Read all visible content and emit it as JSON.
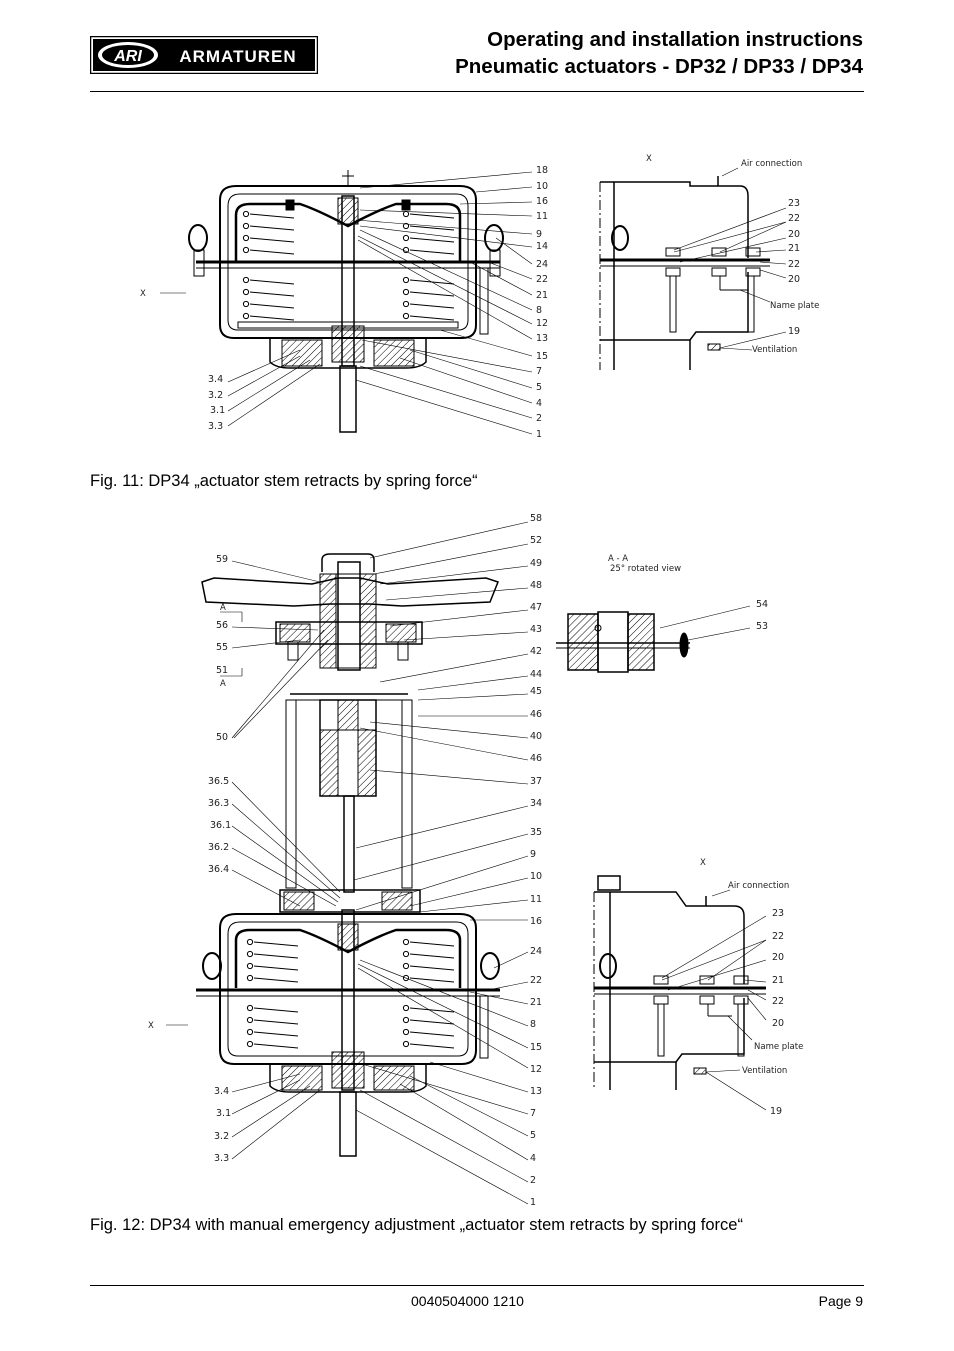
{
  "header": {
    "logo_text": "ARI ARMATUREN",
    "title_line1": "Operating and installation instructions",
    "title_line2": "Pneumatic actuators - DP32 / DP33 / DP34"
  },
  "figure11": {
    "caption": "Fig. 11: DP34 „actuator stem retracts by spring force“",
    "right_labels": [
      "18",
      "10",
      "16",
      "11",
      "9",
      "14",
      "24",
      "22",
      "21",
      "8",
      "12",
      "13",
      "15",
      "7",
      "5",
      "4",
      "2",
      "1"
    ],
    "left_labels": [
      "3.4",
      "3.2",
      "3.1",
      "3.3"
    ],
    "x_marker": "X",
    "detail": {
      "x_marker": "X",
      "air_connection": "Air connection",
      "name_plate": "Name plate",
      "ventilation": "Ventilation",
      "labels": [
        "23",
        "22",
        "20",
        "21",
        "22",
        "20",
        "19"
      ]
    }
  },
  "figure12": {
    "caption": "Fig. 12: DP34 with manual emergency adjustment „actuator stem retracts by spring force“",
    "right_labels": [
      "58",
      "52",
      "49",
      "48",
      "47",
      "43",
      "42",
      "44",
      "45",
      "46",
      "40",
      "46",
      "37",
      "34",
      "35",
      "9",
      "10",
      "11",
      "16",
      "24",
      "22",
      "21",
      "8",
      "15",
      "12",
      "13",
      "7",
      "5",
      "4",
      "2",
      "1"
    ],
    "left_labels": [
      "59",
      "A",
      "56",
      "55",
      "51",
      "A",
      "50",
      "36.5",
      "36.3",
      "36.1",
      "36.2",
      "36.4",
      "3.4",
      "3.1",
      "3.2",
      "3.3"
    ],
    "x_marker": "X",
    "section": {
      "title": "A - A",
      "subtitle": "25° rotated view",
      "labels": [
        "54",
        "53"
      ]
    },
    "detail": {
      "x_marker": "X",
      "air_connection": "Air connection",
      "name_plate": "Name plate",
      "ventilation": "Ventilation",
      "labels": [
        "23",
        "22",
        "20",
        "21",
        "22",
        "20",
        "19"
      ]
    }
  },
  "footer": {
    "doc_number": "0040504000 1210",
    "page": "Page 9"
  }
}
